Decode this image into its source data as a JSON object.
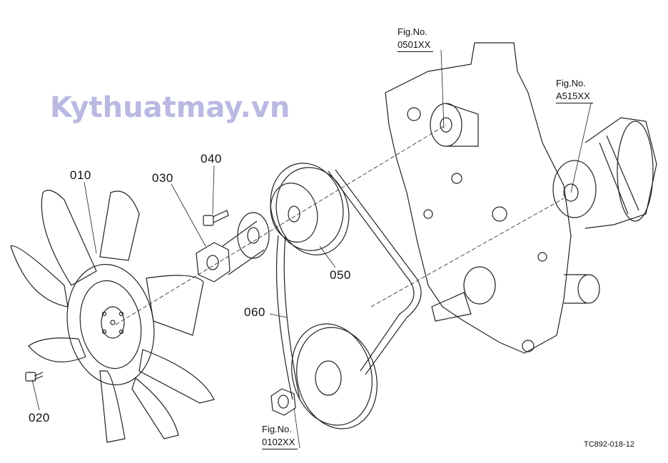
{
  "watermark": "Kythuatmay.vn",
  "parts": [
    {
      "ref": "010",
      "name": "fan"
    },
    {
      "ref": "020",
      "name": "bolt"
    },
    {
      "ref": "030",
      "name": "fan-spacer"
    },
    {
      "ref": "040",
      "name": "bolt"
    },
    {
      "ref": "050",
      "name": "fan-pulley"
    },
    {
      "ref": "060",
      "name": "v-belt"
    }
  ],
  "figure_refs": [
    {
      "label": "Fig.No.",
      "number": "0501XX"
    },
    {
      "label": "Fig.No.",
      "number": "A515XX"
    },
    {
      "label": "Fig.No.",
      "number": "0102XX"
    }
  ],
  "drawing_code": "TC892-018-12"
}
